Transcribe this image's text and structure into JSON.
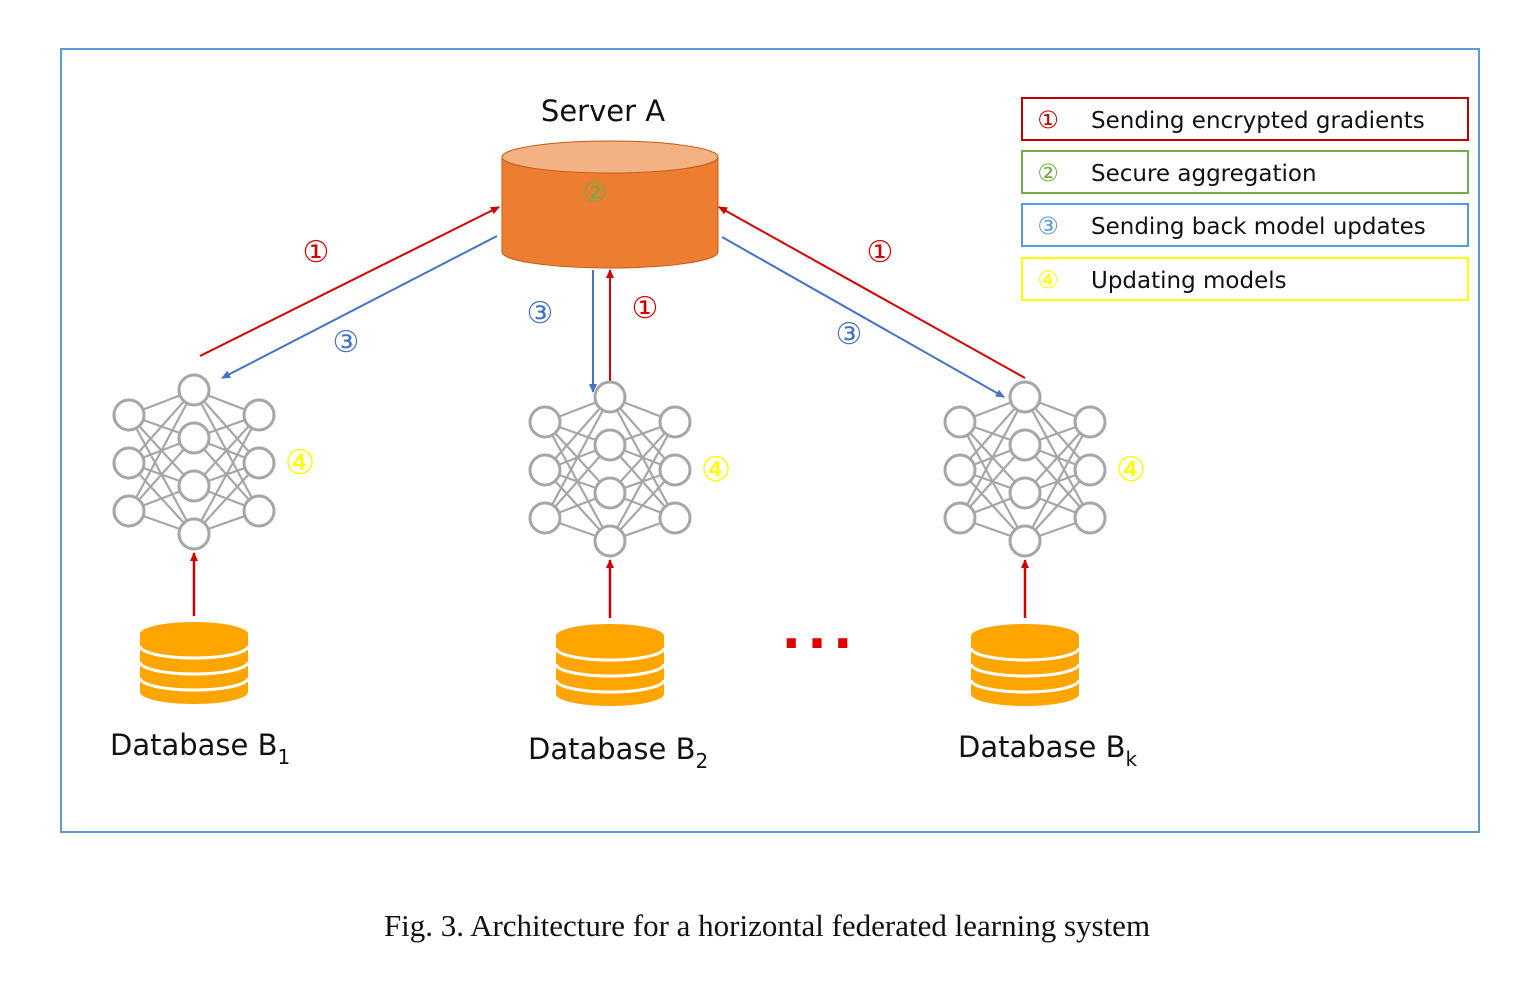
{
  "server": {
    "title": "Server A",
    "marker": "②"
  },
  "legend": [
    {
      "marker": "①",
      "label": "Sending encrypted gradients",
      "color": "#c00000"
    },
    {
      "marker": "②",
      "label": "Secure aggregation",
      "color": "#70ad47"
    },
    {
      "marker": "③",
      "label": "Sending back model updates",
      "color": "#5b9bd5"
    },
    {
      "marker": "④",
      "label": "Updating models",
      "color": "#ffff00"
    }
  ],
  "clients": [
    {
      "db_label": "Database B",
      "db_sub": "1",
      "update_marker": "④"
    },
    {
      "db_label": "Database B",
      "db_sub": "2",
      "update_marker": "④"
    },
    {
      "db_label": "Database B",
      "db_sub": "k",
      "update_marker": "④"
    }
  ],
  "flow_markers": {
    "gradient": "①",
    "update": "③"
  },
  "ellipsis": "...",
  "caption": "Fig. 3.  Architecture for a horizontal federated learning system",
  "colors": {
    "frame": "#5b9bd5",
    "server_body": "#ed7d31",
    "server_top": "#f4b183",
    "database": "#ffa500",
    "network": "#a6a6a6",
    "gradient_arrow": "#c00000",
    "update_arrow": "#4472c4",
    "ellipsis": "#e00000"
  }
}
